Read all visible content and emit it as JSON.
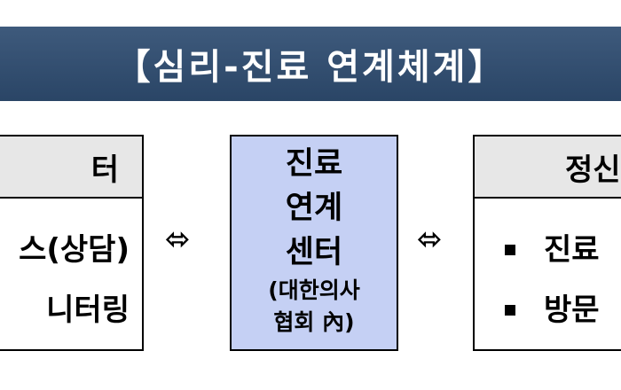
{
  "title": "【심리-진료  연계체계】",
  "left_panel": {
    "header": "터",
    "lines": [
      "스(상담)",
      "니터링"
    ]
  },
  "center_box": {
    "lines": [
      "진료",
      "연계",
      "센터"
    ],
    "note": [
      "(대한의사",
      "협회 內)"
    ]
  },
  "right_panel": {
    "header": "정신",
    "items": [
      "진료",
      "방문"
    ]
  },
  "arrows": {
    "left": "⬄",
    "right": "⬄"
  }
}
